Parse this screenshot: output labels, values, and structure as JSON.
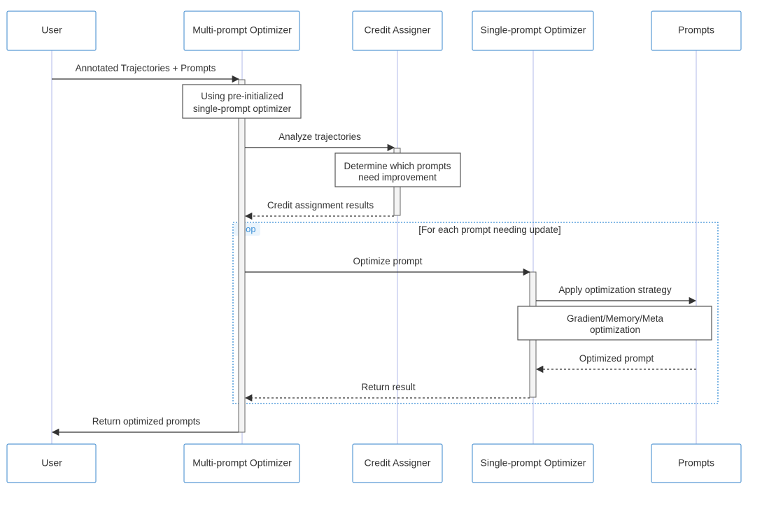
{
  "actors": [
    {
      "id": "user",
      "label": "User"
    },
    {
      "id": "mpo",
      "label": "Multi-prompt Optimizer"
    },
    {
      "id": "ca",
      "label": "Credit Assigner"
    },
    {
      "id": "spo",
      "label": "Single-prompt Optimizer"
    },
    {
      "id": "prompts",
      "label": "Prompts"
    }
  ],
  "messages": [
    {
      "label": "Annotated Trajectories + Prompts",
      "from": "user",
      "to": "mpo",
      "style": "solid"
    },
    {
      "label": "Analyze trajectories",
      "from": "mpo",
      "to": "ca",
      "style": "solid"
    },
    {
      "label": "Credit assignment results",
      "from": "ca",
      "to": "mpo",
      "style": "dashed"
    },
    {
      "label": "Optimize prompt",
      "from": "mpo",
      "to": "spo",
      "style": "solid"
    },
    {
      "label": "Apply optimization strategy",
      "from": "spo",
      "to": "prompts",
      "style": "solid"
    },
    {
      "label": "Optimized prompt",
      "from": "prompts",
      "to": "spo",
      "style": "dashed"
    },
    {
      "label": "Return result",
      "from": "spo",
      "to": "mpo",
      "style": "dashed"
    },
    {
      "label": "Return optimized prompts",
      "from": "mpo",
      "to": "user",
      "style": "solid"
    }
  ],
  "notes": [
    {
      "lines": [
        "Using pre-initialized",
        "single-prompt optimizer"
      ]
    },
    {
      "lines": [
        "Determine which prompts",
        "need improvement"
      ]
    },
    {
      "lines": [
        "Gradient/Memory/Meta",
        "optimization"
      ]
    }
  ],
  "loop": {
    "keyword": "loop",
    "condition": "[For each prompt needing update]"
  },
  "colors": {
    "actor_border": "#5b9bd5",
    "lifeline": "#c7cdf0",
    "loop_border": "#3a8fd6",
    "text": "#333333"
  }
}
